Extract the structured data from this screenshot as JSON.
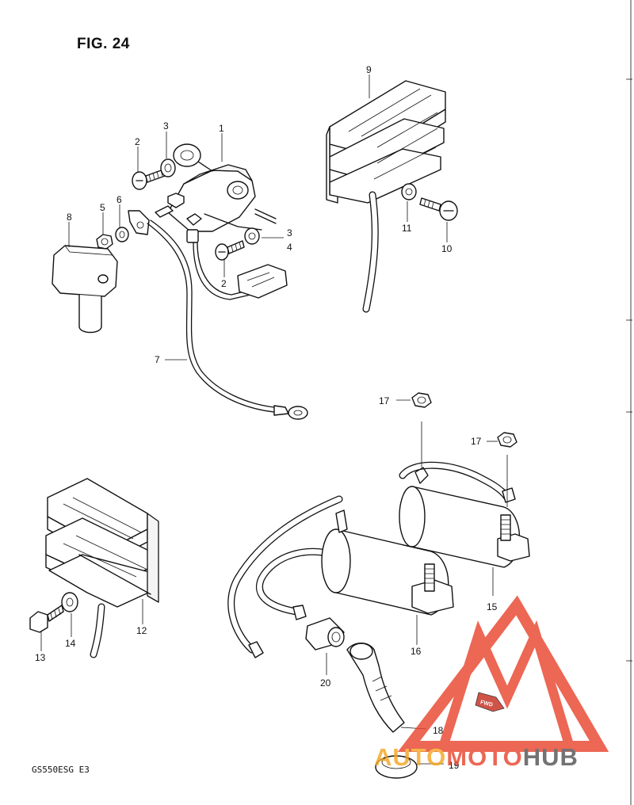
{
  "figure_title": "FIG. 24",
  "model_code": "GS550ESG  E3",
  "part_callouts": {
    "starter_relay": "1",
    "screw_2a": "2",
    "screw_2b": "2",
    "washer_3a": "3",
    "washer_3b": "3",
    "washer_4": "4",
    "nut_5": "5",
    "washer_6": "6",
    "wire_7": "7",
    "cap_8": "8",
    "regulator_9": "9",
    "screw_10": "10",
    "washer_11": "11",
    "rectifier_12": "12",
    "bolt_13": "13",
    "washer_14": "14",
    "coil_15": "15",
    "coil_16": "16",
    "nut_17a": "17",
    "nut_17b": "17",
    "cap_18": "18",
    "cap_19": "19",
    "seal_20": "20"
  },
  "direction_tag": "FWD",
  "watermark": {
    "text_part1": "AUTO",
    "text_part2": "MOTO",
    "text_part3": "HUB",
    "colors": {
      "red": "#e9462f",
      "orange": "#f5a623",
      "gray": "#555555"
    }
  }
}
